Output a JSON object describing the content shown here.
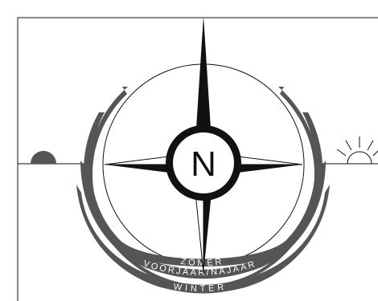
{
  "compass": {
    "north_label": "N",
    "colors": {
      "ink": "#111111",
      "band": "#555555",
      "band_text": "#ffffff",
      "background": "#ffffff"
    }
  },
  "seasons": {
    "summer": "ZOMER",
    "spring_autumn": "VOORJAAR/NAJAAR",
    "winter": "WINTER"
  },
  "icons": {
    "left": "sunset-icon",
    "right": "sunrise-icon"
  }
}
